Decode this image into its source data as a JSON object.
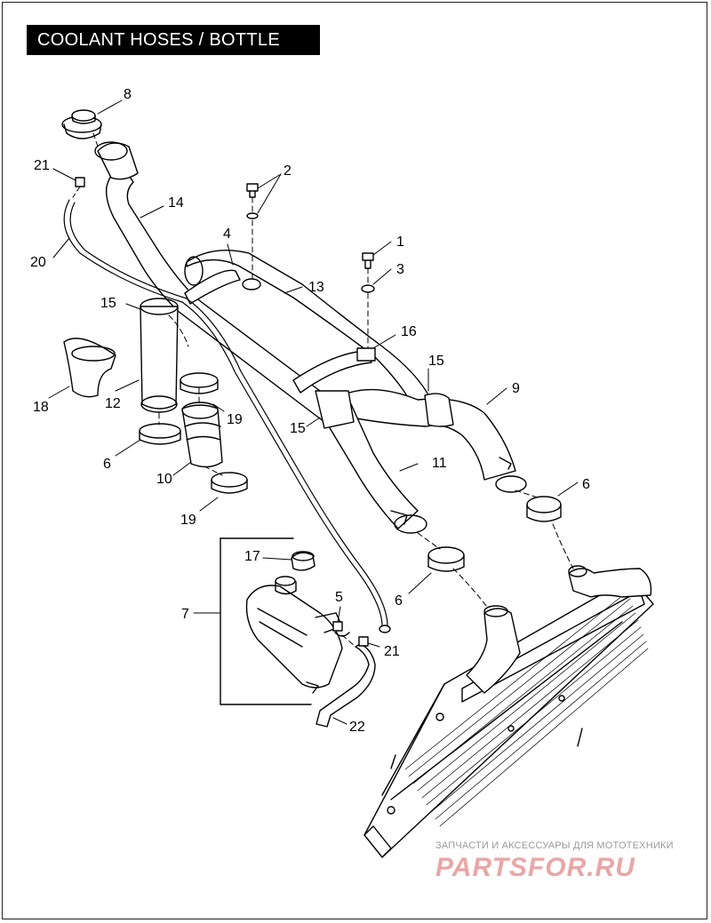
{
  "title": "COOLANT HOSES / BOTTLE",
  "callouts": [
    "1",
    "2",
    "3",
    "4",
    "5",
    "6",
    "7",
    "8",
    "9",
    "10",
    "11",
    "12",
    "13",
    "14",
    "15",
    "16",
    "17",
    "18",
    "19",
    "20",
    "21",
    "22"
  ],
  "watermark": {
    "caption": "ЗАПЧАСТИ И АКСЕССУАРЫ ДЛЯ МОТОТЕХНИКИ",
    "logo": "PARTSFOR.RU"
  },
  "colors": {
    "line": "#000000",
    "watermark_text": "#9a9a9a",
    "watermark_logo": "#e8a7a7"
  }
}
